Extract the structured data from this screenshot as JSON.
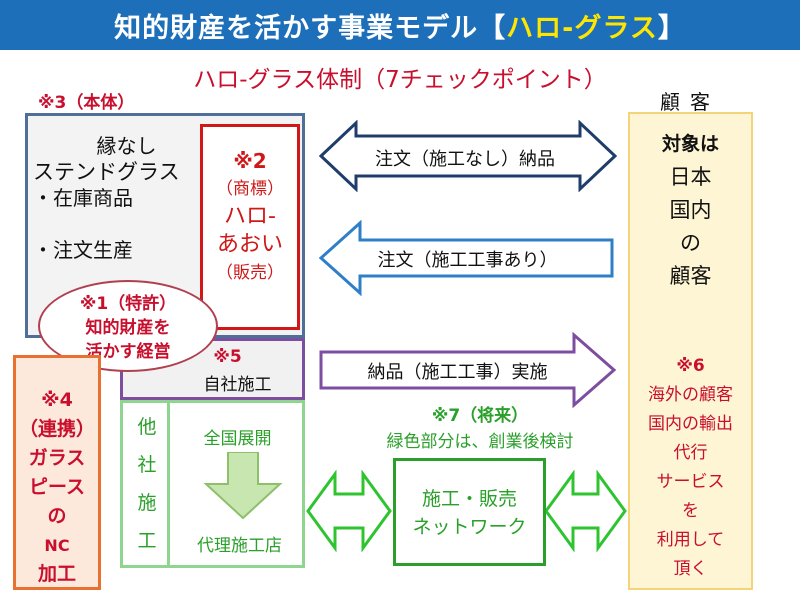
{
  "title": {
    "main": "知的財産を活かす事業モデル【",
    "highlight": "ハロ-グラス",
    "end": "】"
  },
  "subtitle": "ハロ-グラス体制（7チェックポイント）",
  "body_label": "※3（本体）",
  "body_lines": [
    "縁なし",
    "ステンドグラス",
    "・在庫商品",
    "",
    "・注文生産"
  ],
  "trademark": [
    "※2",
    "（商標）",
    "ハロ-",
    "あおい",
    "（販売）"
  ],
  "patent": [
    "※1（特許）",
    "知的財産を",
    "活かす経営"
  ],
  "own": {
    "label": "※5",
    "text": "自社施工"
  },
  "cooperation": [
    "※4",
    "（連携）",
    "ガラス",
    "ピース",
    "の",
    "NC",
    "加工"
  ],
  "other_company": [
    "他",
    "社",
    "施",
    "工"
  ],
  "nationwide": "全国展開",
  "agent": "代理施工店",
  "arrows": {
    "a1": "注文（施工なし）納品",
    "a2": "注文（施工工事あり）",
    "a3": "納品（施工工事）実施"
  },
  "future": {
    "label": "※7（将来）",
    "text": "緑色部分は、創業後検討"
  },
  "network": [
    "施工・販売",
    "ネットワーク"
  ],
  "customer_header": "顧客",
  "customer_top": [
    "対象は",
    "日本",
    "国内",
    "の",
    "顧客"
  ],
  "customer_bottom": [
    "※6",
    "海外の顧客",
    "国内の輸出",
    "代行",
    "サービス",
    "を",
    "利用して",
    "頂く"
  ],
  "colors": {
    "title_bg": "#1c6fb8",
    "title_highlight": "#ffe600",
    "red": "#c8102e",
    "green": "#2aa02a",
    "purple": "#7d4ea0",
    "navy": "#1f3d6b"
  }
}
